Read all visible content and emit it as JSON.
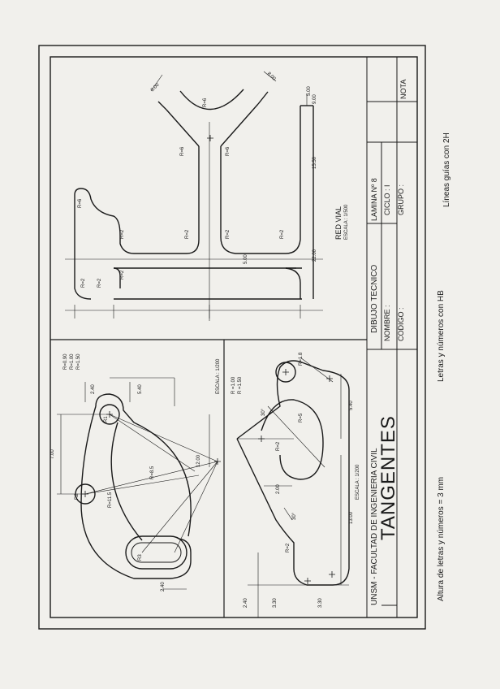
{
  "title_block": {
    "institution": "UNSM - FACULTAD DE INGENIERIA CIVIL",
    "course": "DIBUJO TECNICO",
    "sheet_title": "TANGENTES",
    "plate_label": "LAMINA Nº 8",
    "cycle_label": "CICLO :",
    "cycle_value": "I",
    "group_label": "GRUPO :",
    "name_label": "NOMBRE :",
    "code_label": "CODIGO :",
    "note_label": "NOTA"
  },
  "notes": {
    "letter_height": "Altura de letras y números = 3 mm",
    "letters_hb": "Letras y números con HB",
    "guide_lines": "Líneas guías con 2H"
  },
  "drawing_road": {
    "title": "RED VIAL",
    "scale": "ESCALA : 1/500",
    "dims": [
      "8.00",
      "8.00",
      "5.00",
      "5.00",
      "9.00",
      "15.50",
      "22.00"
    ],
    "radii": [
      "R=6",
      "R=6",
      "R=6",
      "R=6",
      "R=2",
      "R=2",
      "R=2",
      "R=2",
      "R=2",
      "R=2",
      "R=2"
    ]
  },
  "drawing_cam": {
    "scale": "ESCALA : 1/200",
    "radii_legend": [
      "R=0.90",
      "R=1.00",
      "R=1.50"
    ],
    "dims": [
      "2.40",
      "5.40",
      "7.00",
      "12.00",
      "2.40"
    ],
    "radii": [
      "R=8.5",
      "R=11.5",
      "R1",
      "R2",
      "R3"
    ]
  },
  "drawing_hook": {
    "scale": "ESCALA : 1/200",
    "radii_legend": [
      "R =1.00",
      "R =1.50"
    ],
    "dims": [
      "5.40",
      "13.00",
      "2.40",
      "3.30",
      "3.30",
      "2.00",
      "30°",
      "30°"
    ],
    "radii": [
      "R=1.8",
      "R=5",
      "R=2",
      "R=2"
    ]
  }
}
